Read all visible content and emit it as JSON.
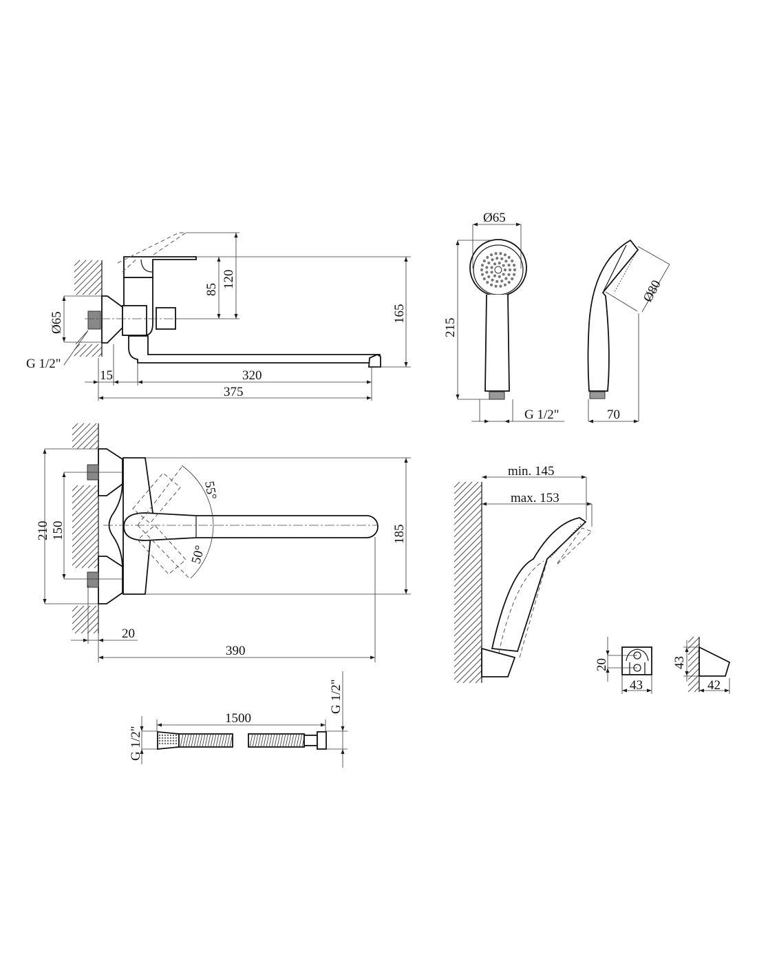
{
  "side_view": {
    "dim_85": "85",
    "dim_120": "120",
    "dim_165": "165",
    "dim_diameter": "Ø65",
    "thread": "G 1/2\"",
    "dim_15": "15",
    "dim_320": "320",
    "dim_375": "375"
  },
  "top_view": {
    "dim_210": "210",
    "dim_150": "150",
    "dim_185": "185",
    "angle_up": "55°",
    "angle_down": "50°",
    "dim_20": "20",
    "dim_390": "390"
  },
  "hand_shower": {
    "dim_diameter_head": "Ø65",
    "dim_length": "215",
    "thread": "G 1/2\"",
    "dim_side_diameter": "Ø80",
    "dim_depth": "70"
  },
  "holder_view": {
    "dim_min": "min. 145",
    "dim_max": "max. 153",
    "front_height": "20",
    "front_width": "43",
    "side_height": "43",
    "side_width": "42"
  },
  "hose": {
    "length": "1500",
    "thread_left": "G 1/2\"",
    "thread_right": "G 1/2\""
  }
}
